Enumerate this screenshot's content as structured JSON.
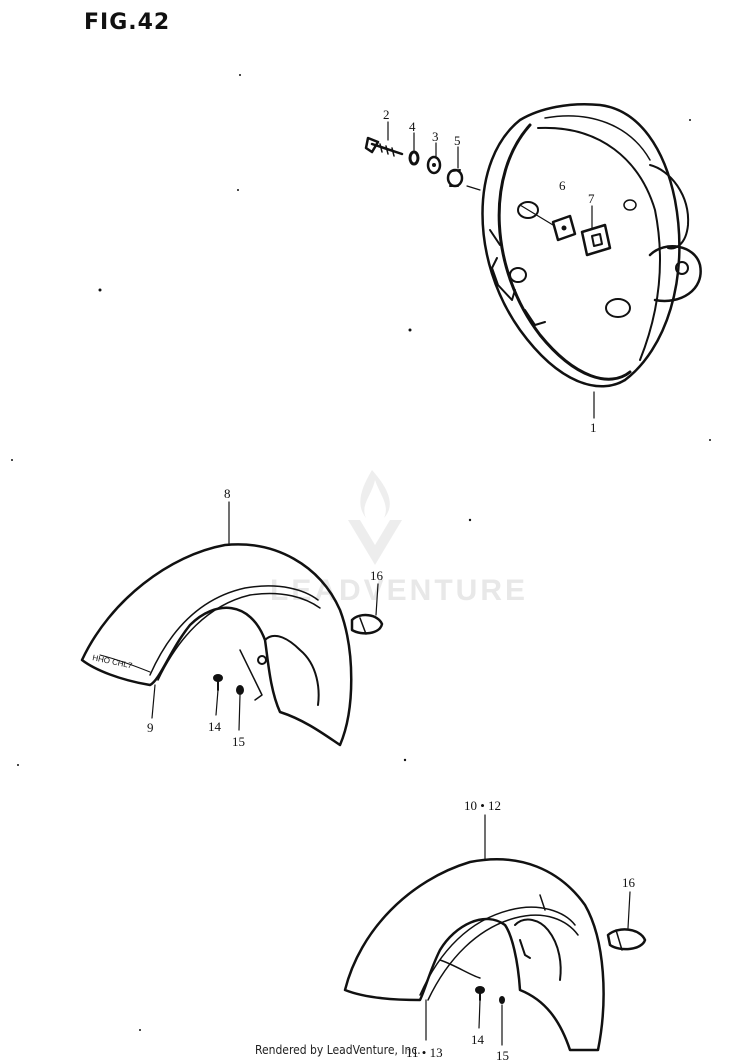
{
  "figure_title": "FIG.42",
  "watermark": "LEADVENTURE",
  "footer": "Rendered by LeadVenture, Inc.",
  "callouts": {
    "p1": "1",
    "p2": "2",
    "p3": "3",
    "p4": "4",
    "p5": "5",
    "p6": "6",
    "p7": "7",
    "p8": "8",
    "p9": "9",
    "p10_12": "10 • 12",
    "p11_13": "11 • 13",
    "p14a": "14",
    "p14b": "14",
    "p15a": "15",
    "p15b": "15",
    "p16a": "16",
    "p16b": "16"
  }
}
